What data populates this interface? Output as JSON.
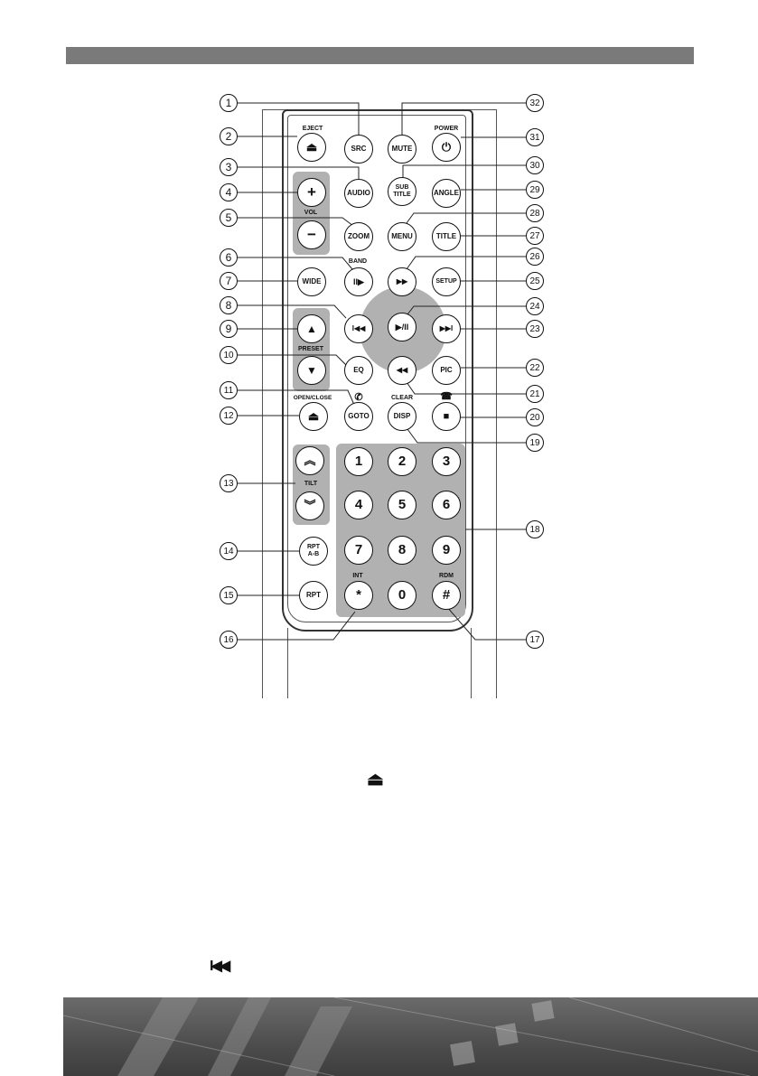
{
  "remote": {
    "buttons": {
      "src": "SRC",
      "mute": "MUTE",
      "eject": "⏏",
      "power": "⏻",
      "audio": "AUDIO",
      "subtitle_1": "SUB",
      "subtitle_2": "TITLE",
      "angle": "ANGLE",
      "vol_up": "+",
      "vol_down": "−",
      "zoom": "ZOOM",
      "menu": "MENU",
      "title": "TITLE",
      "band": "II▶",
      "fast_forward": "▶▶",
      "wide": "WIDE",
      "setup": "SETUP",
      "prev": "I◀◀",
      "play_pause": "▶/II",
      "next": "▶▶I",
      "preset_up": "▲",
      "preset_down": "▼",
      "eq": "EQ",
      "rewind": "◀◀",
      "pic": "PIC",
      "open_close": "⏏",
      "goto": "GOTO",
      "disp": "DISP",
      "stop": "■",
      "tilt_up": "︽",
      "tilt_down": "︾",
      "rpt_ab_1": "RPT",
      "rpt_ab_2": "A-B",
      "rpt": "RPT",
      "keypad": [
        "1",
        "2",
        "3",
        "4",
        "5",
        "6",
        "7",
        "8",
        "9",
        "*",
        "0",
        "#"
      ]
    },
    "labels": {
      "eject": "EJECT",
      "power": "POWER",
      "vol": "VOL",
      "band": "BAND",
      "preset": "PRESET",
      "open_close": "OPEN/CLOSE",
      "clear": "CLEAR",
      "tilt": "TILT",
      "int": "INT",
      "rdm": "RDM",
      "call_icon": "✆",
      "hangup_icon": "☎"
    },
    "callouts": [
      "1",
      "2",
      "3",
      "4",
      "5",
      "6",
      "7",
      "8",
      "9",
      "10",
      "11",
      "12",
      "13",
      "14",
      "15",
      "16",
      "17",
      "18",
      "19",
      "20",
      "21",
      "22",
      "23",
      "24",
      "25",
      "26",
      "27",
      "28",
      "29",
      "30",
      "31",
      "32"
    ]
  },
  "inline_icons": {
    "eject_symbol": "⏏",
    "prev_symbol": "I◀◀"
  },
  "colors": {
    "header_bar": "#7a7a7a",
    "panel_gray": "#b1b1b1"
  }
}
